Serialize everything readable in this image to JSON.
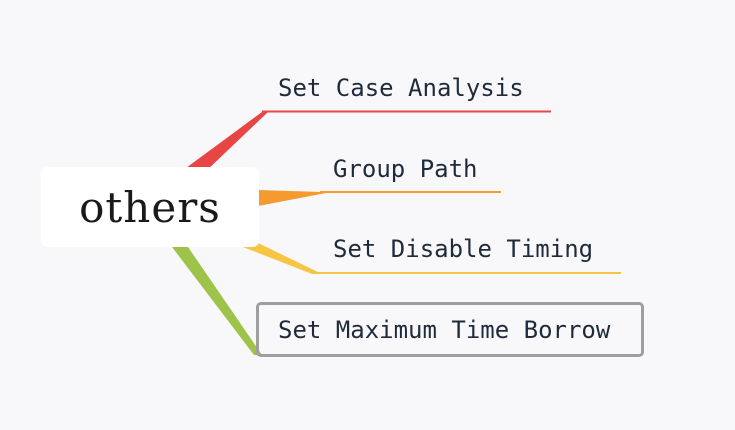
{
  "diagram": {
    "type": "mind-map",
    "root": {
      "label": "others"
    },
    "branches": [
      {
        "label": "Set Case Analysis",
        "color": "#e84545",
        "selected": false
      },
      {
        "label": "Group Path",
        "color": "#f49a2e",
        "selected": false
      },
      {
        "label": "Set Disable Timing",
        "color": "#f7c544",
        "selected": false
      },
      {
        "label": "Set Maximum Time Borrow",
        "color": "#9dc34a",
        "selected": true
      }
    ],
    "selection_border_color": "#9c9ea1",
    "background_color": "#f8f8fa"
  }
}
